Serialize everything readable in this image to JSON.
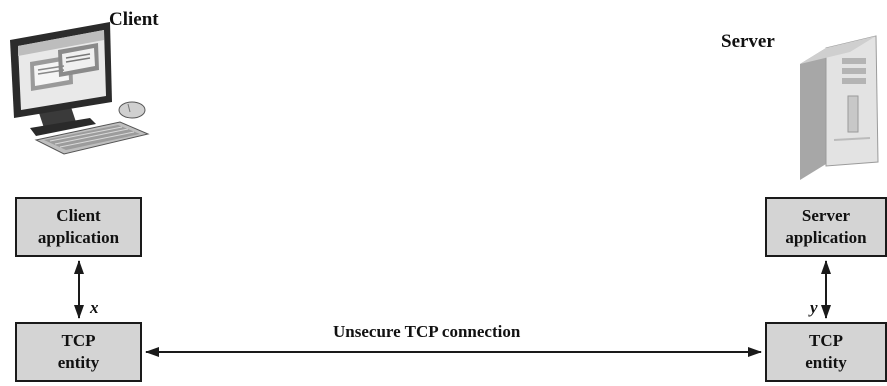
{
  "client": {
    "title": "Client",
    "application_line1": "Client",
    "application_line2": "application",
    "tcp_line1": "TCP",
    "tcp_line2": "entity",
    "var": "x"
  },
  "server": {
    "title": "Server",
    "application_line1": "Server",
    "application_line2": "application",
    "tcp_line1": "TCP",
    "tcp_line2": "entity",
    "var": "y"
  },
  "connection": {
    "label": "Unsecure TCP connection"
  }
}
